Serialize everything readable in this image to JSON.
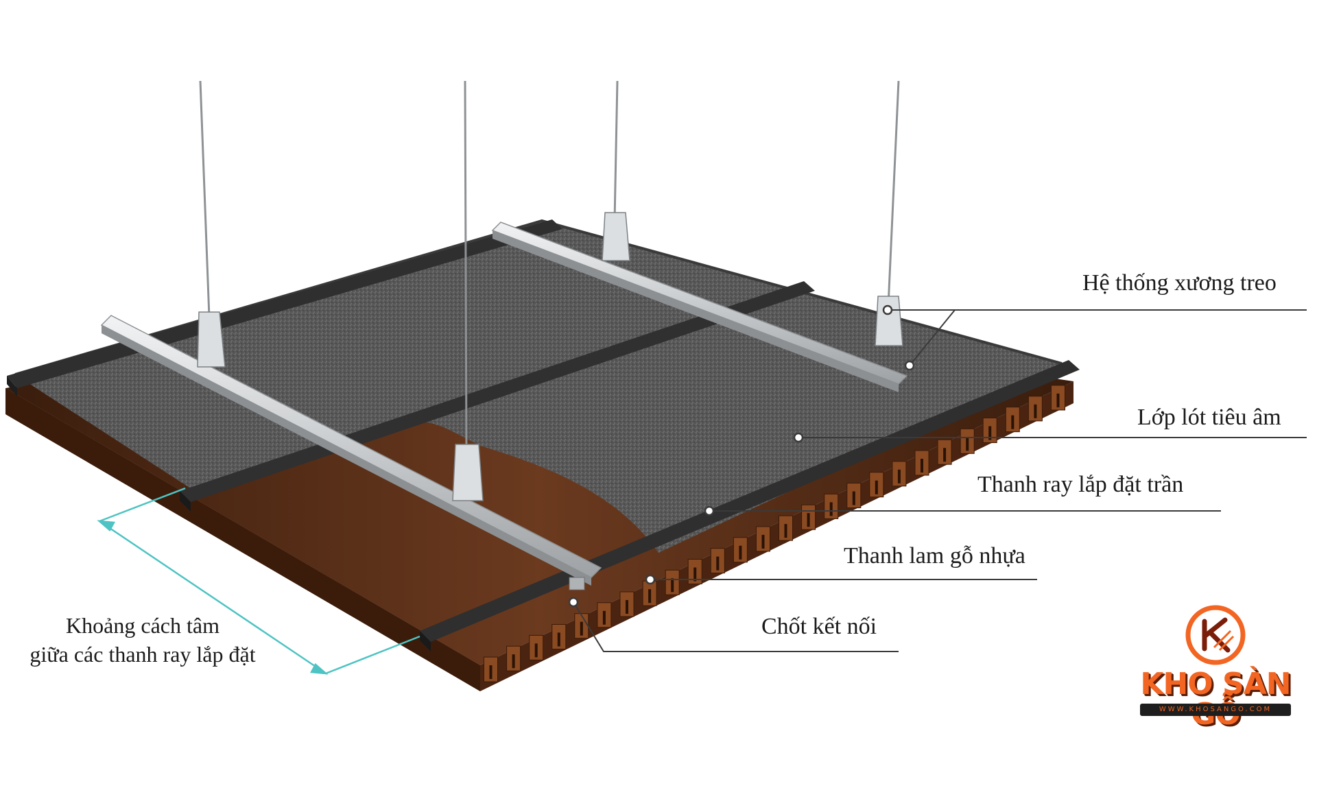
{
  "callouts": {
    "suspension": "Hệ thống xương treo",
    "underlay": "Lớp lót tiêu âm",
    "rail": "Thanh ray lắp đặt trần",
    "louver": "Thanh lam gỗ nhựa",
    "pin": "Chốt kết nối"
  },
  "spacing_label": {
    "line1": "Khoảng cách tâm",
    "line2": "giữa các thanh ray lắp đặt"
  },
  "logo": {
    "wordmark": "KHO SÀN GỖ",
    "url": "WWW.KHOSANGO.COM"
  },
  "colors": {
    "wood": "#5a2e16",
    "felt": "#5c5c5c",
    "rail": "#2f2f2f",
    "steel": "#cfd2d4",
    "dimension": "#4ec3c3",
    "brand": "#f26522"
  }
}
